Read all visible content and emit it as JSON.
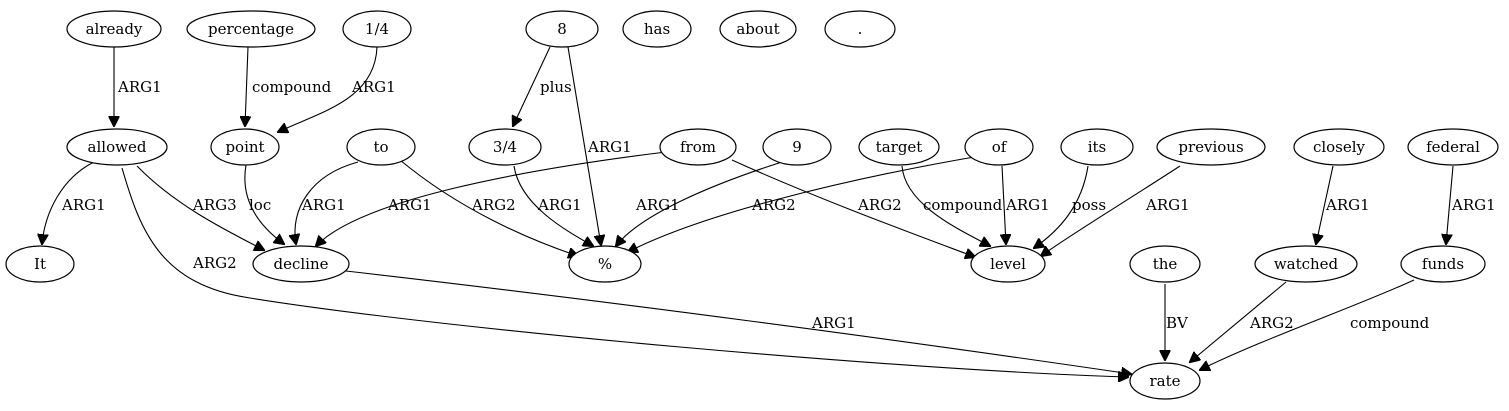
{
  "nodes": {
    "already": "already",
    "percentage": "percentage",
    "quarter": "1/4",
    "eight": "8",
    "has": "has",
    "about": "about",
    "period": ".",
    "allowed": "allowed",
    "point": "point",
    "to": "to",
    "threequarters": "3/4",
    "from": "from",
    "nine": "9",
    "target": "target",
    "of": "of",
    "its": "its",
    "previous": "previous",
    "closely": "closely",
    "federal": "federal",
    "it": "It",
    "decline": "decline",
    "percent": "%",
    "level": "level",
    "the": "the",
    "watched": "watched",
    "funds": "funds",
    "rate": "rate"
  },
  "edges": [
    {
      "id": "already-allowed",
      "from": "already",
      "to": "allowed",
      "label": "ARG1"
    },
    {
      "id": "percentage-point",
      "from": "percentage",
      "to": "point",
      "label": "compound"
    },
    {
      "id": "quarter-point",
      "from": "1/4",
      "to": "point",
      "label": "ARG1"
    },
    {
      "id": "eight-threequarters",
      "from": "8",
      "to": "3/4",
      "label": "plus"
    },
    {
      "id": "eight-percent",
      "from": "8",
      "to": "%",
      "label": "ARG1"
    },
    {
      "id": "allowed-it",
      "from": "allowed",
      "to": "It",
      "label": "ARG1"
    },
    {
      "id": "allowed-decline",
      "from": "allowed",
      "to": "decline",
      "label": "ARG3"
    },
    {
      "id": "allowed-rate",
      "from": "allowed",
      "to": "rate",
      "label": "ARG2"
    },
    {
      "id": "point-decline",
      "from": "point",
      "to": "decline",
      "label": "loc"
    },
    {
      "id": "to-decline",
      "from": "to",
      "to": "decline",
      "label": "ARG1"
    },
    {
      "id": "to-percent",
      "from": "to",
      "to": "%",
      "label": "ARG2"
    },
    {
      "id": "from-decline",
      "from": "from",
      "to": "decline",
      "label": "ARG1"
    },
    {
      "id": "from-level",
      "from": "from",
      "to": "level",
      "label": "ARG2"
    },
    {
      "id": "threequarters-percent",
      "from": "3/4",
      "to": "%",
      "label": "ARG1"
    },
    {
      "id": "nine-percent",
      "from": "9",
      "to": "%",
      "label": "ARG1"
    },
    {
      "id": "of-percent",
      "from": "of",
      "to": "%",
      "label": "ARG2"
    },
    {
      "id": "of-level",
      "from": "of",
      "to": "level",
      "label": "ARG1"
    },
    {
      "id": "target-level",
      "from": "target",
      "to": "level",
      "label": "compound"
    },
    {
      "id": "its-level",
      "from": "its",
      "to": "level",
      "label": "poss"
    },
    {
      "id": "previous-level",
      "from": "previous",
      "to": "level",
      "label": "ARG1"
    },
    {
      "id": "closely-watched",
      "from": "closely",
      "to": "watched",
      "label": "ARG1"
    },
    {
      "id": "federal-funds",
      "from": "federal",
      "to": "funds",
      "label": "ARG1"
    },
    {
      "id": "decline-rate",
      "from": "decline",
      "to": "rate",
      "label": "ARG1"
    },
    {
      "id": "the-rate",
      "from": "the",
      "to": "rate",
      "label": "BV"
    },
    {
      "id": "watched-rate",
      "from": "watched",
      "to": "rate",
      "label": "ARG2"
    },
    {
      "id": "funds-rate",
      "from": "funds",
      "to": "rate",
      "label": "compound"
    }
  ]
}
